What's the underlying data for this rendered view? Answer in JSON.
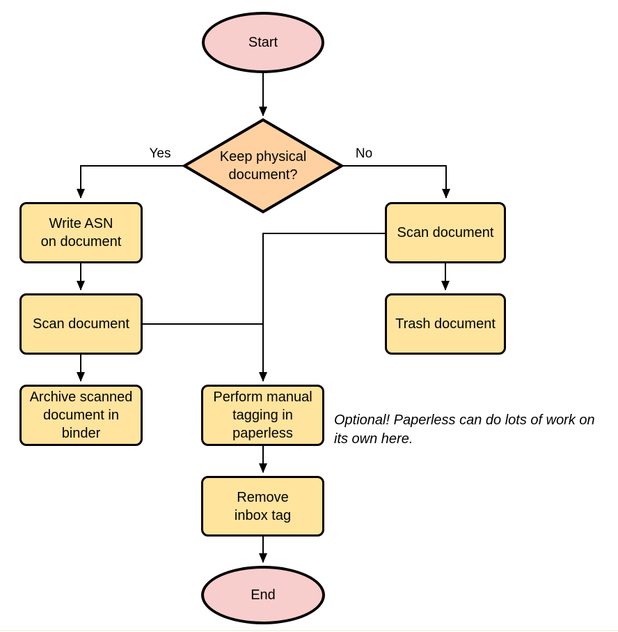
{
  "colors": {
    "yellow": "#ffe49e",
    "pink": "#f8cecc",
    "orange": "#ffd1a1",
    "stroke": "#000000",
    "bottom_line": "#f7f4e8"
  },
  "nodes": {
    "start": {
      "label": "Start"
    },
    "decision": {
      "label": "Keep physical\ndocument?"
    },
    "write_asn": {
      "label": "Write ASN\non document"
    },
    "scan_left": {
      "label": "Scan document"
    },
    "archive": {
      "label": "Archive scanned\ndocument in\nbinder"
    },
    "scan_right": {
      "label": "Scan document"
    },
    "trash": {
      "label": "Trash document"
    },
    "tagging": {
      "label": "Perform manual\ntagging in\npaperless"
    },
    "remove_inbox": {
      "label": "Remove\ninbox tag"
    },
    "end": {
      "label": "End"
    }
  },
  "edges": {
    "yes_label": "Yes",
    "no_label": "No"
  },
  "annotation": {
    "text": "Optional! Paperless can do lots of work on\nits own here."
  }
}
